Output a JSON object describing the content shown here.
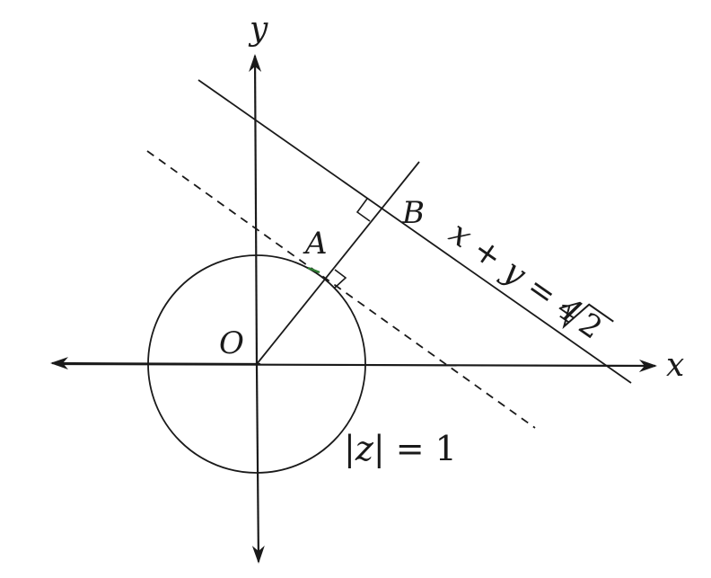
{
  "axes": {
    "x_label": "x",
    "y_label": "y"
  },
  "points": {
    "origin": "O",
    "a": "A",
    "b": "B"
  },
  "circle": {
    "label_modulus": "|z| = 1",
    "label_var": "z",
    "label_rest": " = 1"
  },
  "line": {
    "label_part1": "x + y = 4",
    "label_sqrt": "2"
  },
  "colors": {
    "ink": "#1a1a1a",
    "background": "#ffffff"
  }
}
